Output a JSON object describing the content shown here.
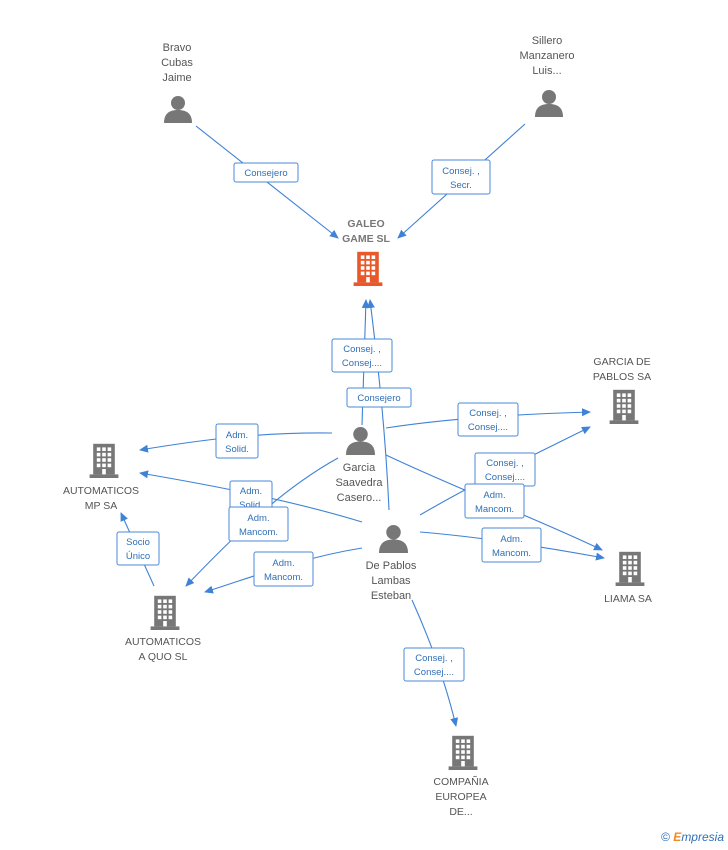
{
  "nodes": {
    "galeo": {
      "lines": [
        "GALEO",
        "GAME  SL"
      ],
      "kind": "company",
      "focus": true
    },
    "bravo": {
      "lines": [
        "Bravo",
        "Cubas",
        "Jaime"
      ],
      "kind": "person"
    },
    "sillero": {
      "lines": [
        "Sillero",
        "Manzanero",
        "Luis..."
      ],
      "kind": "person"
    },
    "garcia_person": {
      "lines": [
        "Garcia",
        "Saavedra",
        "Casero..."
      ],
      "kind": "person"
    },
    "depablos": {
      "lines": [
        "De Pablos",
        "Lambas",
        "Esteban"
      ],
      "kind": "person"
    },
    "garcia_company": {
      "lines": [
        "GARCIA DE",
        "PABLOS SA"
      ],
      "kind": "company"
    },
    "automaticos_mp": {
      "lines": [
        "AUTOMATICOS",
        "MP SA"
      ],
      "kind": "company"
    },
    "automaticos_quo": {
      "lines": [
        "AUTOMATICOS",
        "A QUO  SL"
      ],
      "kind": "company"
    },
    "liama": {
      "lines": [
        "LIAMA SA"
      ],
      "kind": "company"
    },
    "compania": {
      "lines": [
        "COMPAÑIA",
        "EUROPEA",
        "DE..."
      ],
      "kind": "company"
    }
  },
  "edge_labels": {
    "bravo_galeo": [
      "Consejero"
    ],
    "sillero_galeo": [
      "Consej. ,",
      "Secr."
    ],
    "garcia_galeo": [
      "Consej. ,",
      "Consej...."
    ],
    "depablos_galeo": [
      "Consejero"
    ],
    "garcia_garciasa": [
      "Consej. ,",
      "Consej...."
    ],
    "depablos_garciasa": [
      "Consej. ,",
      "Consej...."
    ],
    "garcia_mp": [
      "Adm.",
      "Solid."
    ],
    "depablos_mp": [
      "Adm.",
      "Solid."
    ],
    "garcia_quo": [
      "Adm.",
      "Mancom."
    ],
    "depablos_quo": [
      "Adm.",
      "Mancom."
    ],
    "garcia_liama": [
      "Adm.",
      "Mancom."
    ],
    "depablos_liama": [
      "Adm.",
      "Mancom."
    ],
    "quo_mp": [
      "Socio",
      "Único"
    ],
    "depablos_compania": [
      "Consej. ,",
      "Consej...."
    ]
  },
  "colors": {
    "focus_company": "#e8582a",
    "company": "#777777",
    "person": "#777777",
    "edge": "#3f82d6"
  },
  "footer": {
    "copyright": "©",
    "brand_initial": "E",
    "brand_rest": "mpresia"
  }
}
